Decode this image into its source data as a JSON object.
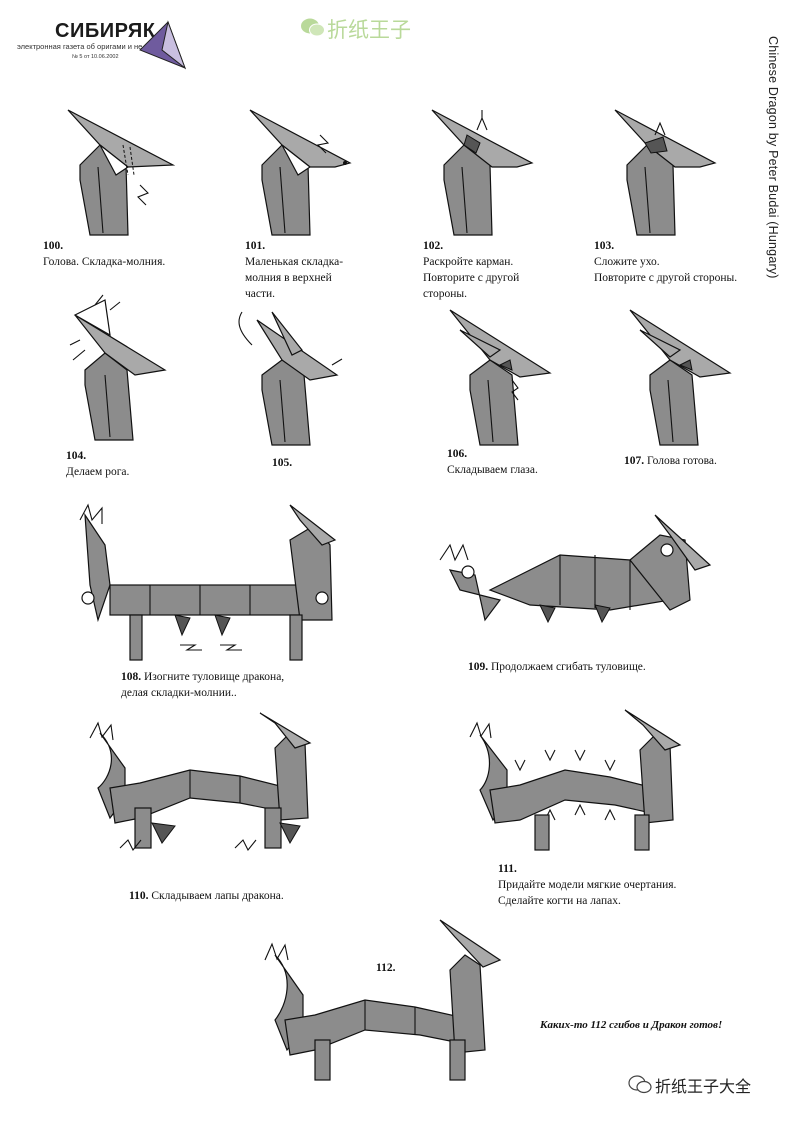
{
  "header": {
    "logo_title": "СИБИРЯК",
    "logo_subtitle": "электронная газета об оригами и не только",
    "logo_issue": "№ 5 от 10.06.2002",
    "brand_watermark": "折纸王子",
    "side_credit": "Chinese Dragon by Peter Budai (Hungary)"
  },
  "steps": [
    {
      "num": "100.",
      "text": "Голова. Складка-молния."
    },
    {
      "num": "101.",
      "text": "Маленькая складка-",
      "text2": "молния в верхней",
      "text3": "части."
    },
    {
      "num": "102.",
      "text": "Раскройте карман.",
      "text2": "Повторите с другой",
      "text3": "стороны."
    },
    {
      "num": "103.",
      "text": "Сложите ухо.",
      "text2": "Повторите с другой стороны."
    },
    {
      "num": "104.",
      "text": "Делаем рога."
    },
    {
      "num": "105.",
      "text": ""
    },
    {
      "num": "106.",
      "text": "Складываем глаза."
    },
    {
      "num": "107.",
      "text": "Голова готова."
    },
    {
      "num": "108.",
      "text": "Изогните туловище дракона,",
      "text2": "делая складки-молнии.."
    },
    {
      "num": "109.",
      "text": "Продолжаем сгибать туловище."
    },
    {
      "num": "110.",
      "text": "Складываем лапы дракона."
    },
    {
      "num": "111.",
      "text": "Придайте модели мягкие очертания.",
      "text2": "Сделайте когти на лапах."
    },
    {
      "num": "112.",
      "text": ""
    }
  ],
  "final_note": "Каких-то 112 сгибов и Дракон готов!",
  "footer": {
    "brand": "折纸王子大全"
  }
}
